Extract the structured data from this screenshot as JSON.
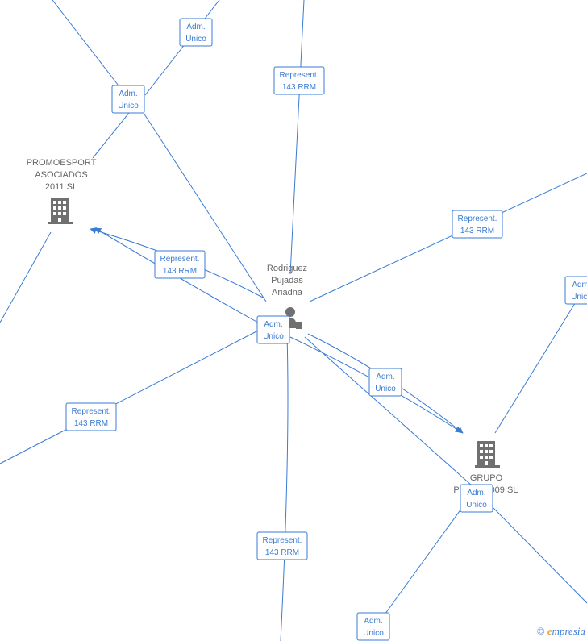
{
  "nodes": {
    "person": {
      "lines": [
        "Rodriguez",
        "Pujadas",
        "Ariadna"
      ],
      "icon": "person-icon"
    },
    "promoesport": {
      "lines": [
        "PROMOESPORT",
        "ASOCIADOS",
        "2011 SL"
      ],
      "icon": "building-icon"
    },
    "grupo": {
      "lines": [
        "GRUPO",
        "P",
        "009 SL"
      ],
      "icon": "building-icon"
    }
  },
  "edge_labels": [
    {
      "lines": [
        "Adm.",
        "Unico"
      ]
    },
    {
      "lines": [
        "Adm.",
        "Unico"
      ]
    },
    {
      "lines": [
        "Represent.",
        "143 RRM"
      ]
    },
    {
      "lines": [
        "Represent.",
        "143 RRM"
      ]
    },
    {
      "lines": [
        "Represent.",
        "143 RRM"
      ]
    },
    {
      "lines": [
        "Adm.",
        "Unico"
      ]
    },
    {
      "lines": [
        "Adm.",
        "Unico"
      ]
    },
    {
      "lines": [
        "Adm.",
        "Unico"
      ]
    },
    {
      "lines": [
        "Represent.",
        "143 RRM"
      ]
    },
    {
      "lines": [
        "Adm.",
        "Unico"
      ]
    },
    {
      "lines": [
        "Represent.",
        "143 RRM"
      ]
    },
    {
      "lines": [
        "Adm.",
        "Unico"
      ]
    }
  ],
  "brand": {
    "symbol": "©",
    "initial": "e",
    "rest": "mpresia"
  },
  "colors": {
    "edge": "#3a7bd5",
    "node_text": "#666666",
    "icon": "#707070"
  }
}
